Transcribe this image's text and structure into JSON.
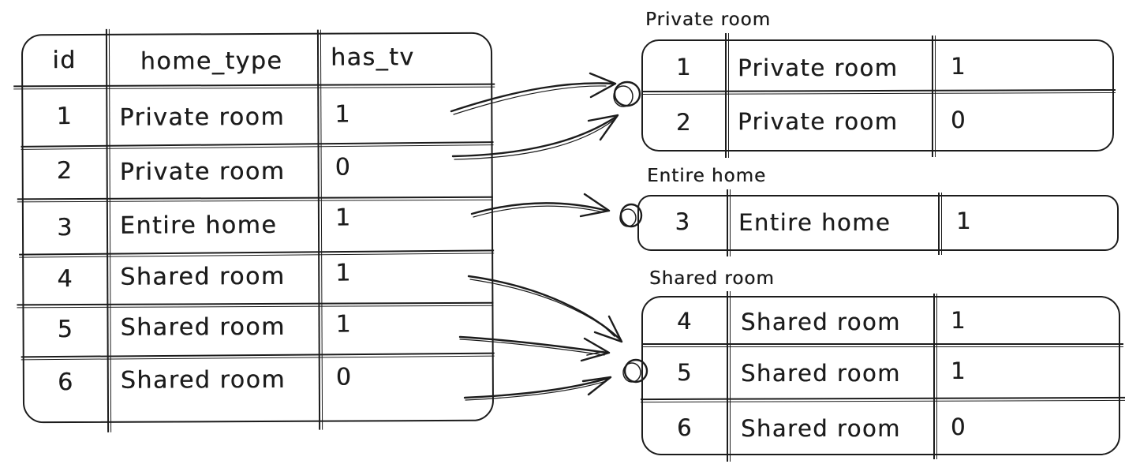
{
  "colors": {
    "ink": "#1c1c1c",
    "background": "#ffffff"
  },
  "source_table": {
    "columns": [
      "id",
      "home_type",
      "has_tv"
    ],
    "rows": [
      [
        "1",
        "Private room",
        "1"
      ],
      [
        "2",
        "Private room",
        "0"
      ],
      [
        "3",
        "Entire home",
        "1"
      ],
      [
        "4",
        "Shared room",
        "1"
      ],
      [
        "5",
        "Shared room",
        "1"
      ],
      [
        "6",
        "Shared room",
        "0"
      ]
    ]
  },
  "groups": [
    {
      "label": "Private room",
      "rows": [
        [
          "1",
          "Private room",
          "1"
        ],
        [
          "2",
          "Private room",
          "0"
        ]
      ]
    },
    {
      "label": "Entire home",
      "rows": [
        [
          "3",
          "Entire home",
          "1"
        ]
      ]
    },
    {
      "label": "Shared room",
      "rows": [
        [
          "4",
          "Shared room",
          "1"
        ],
        [
          "5",
          "Shared room",
          "1"
        ],
        [
          "6",
          "Shared room",
          "0"
        ]
      ]
    }
  ]
}
